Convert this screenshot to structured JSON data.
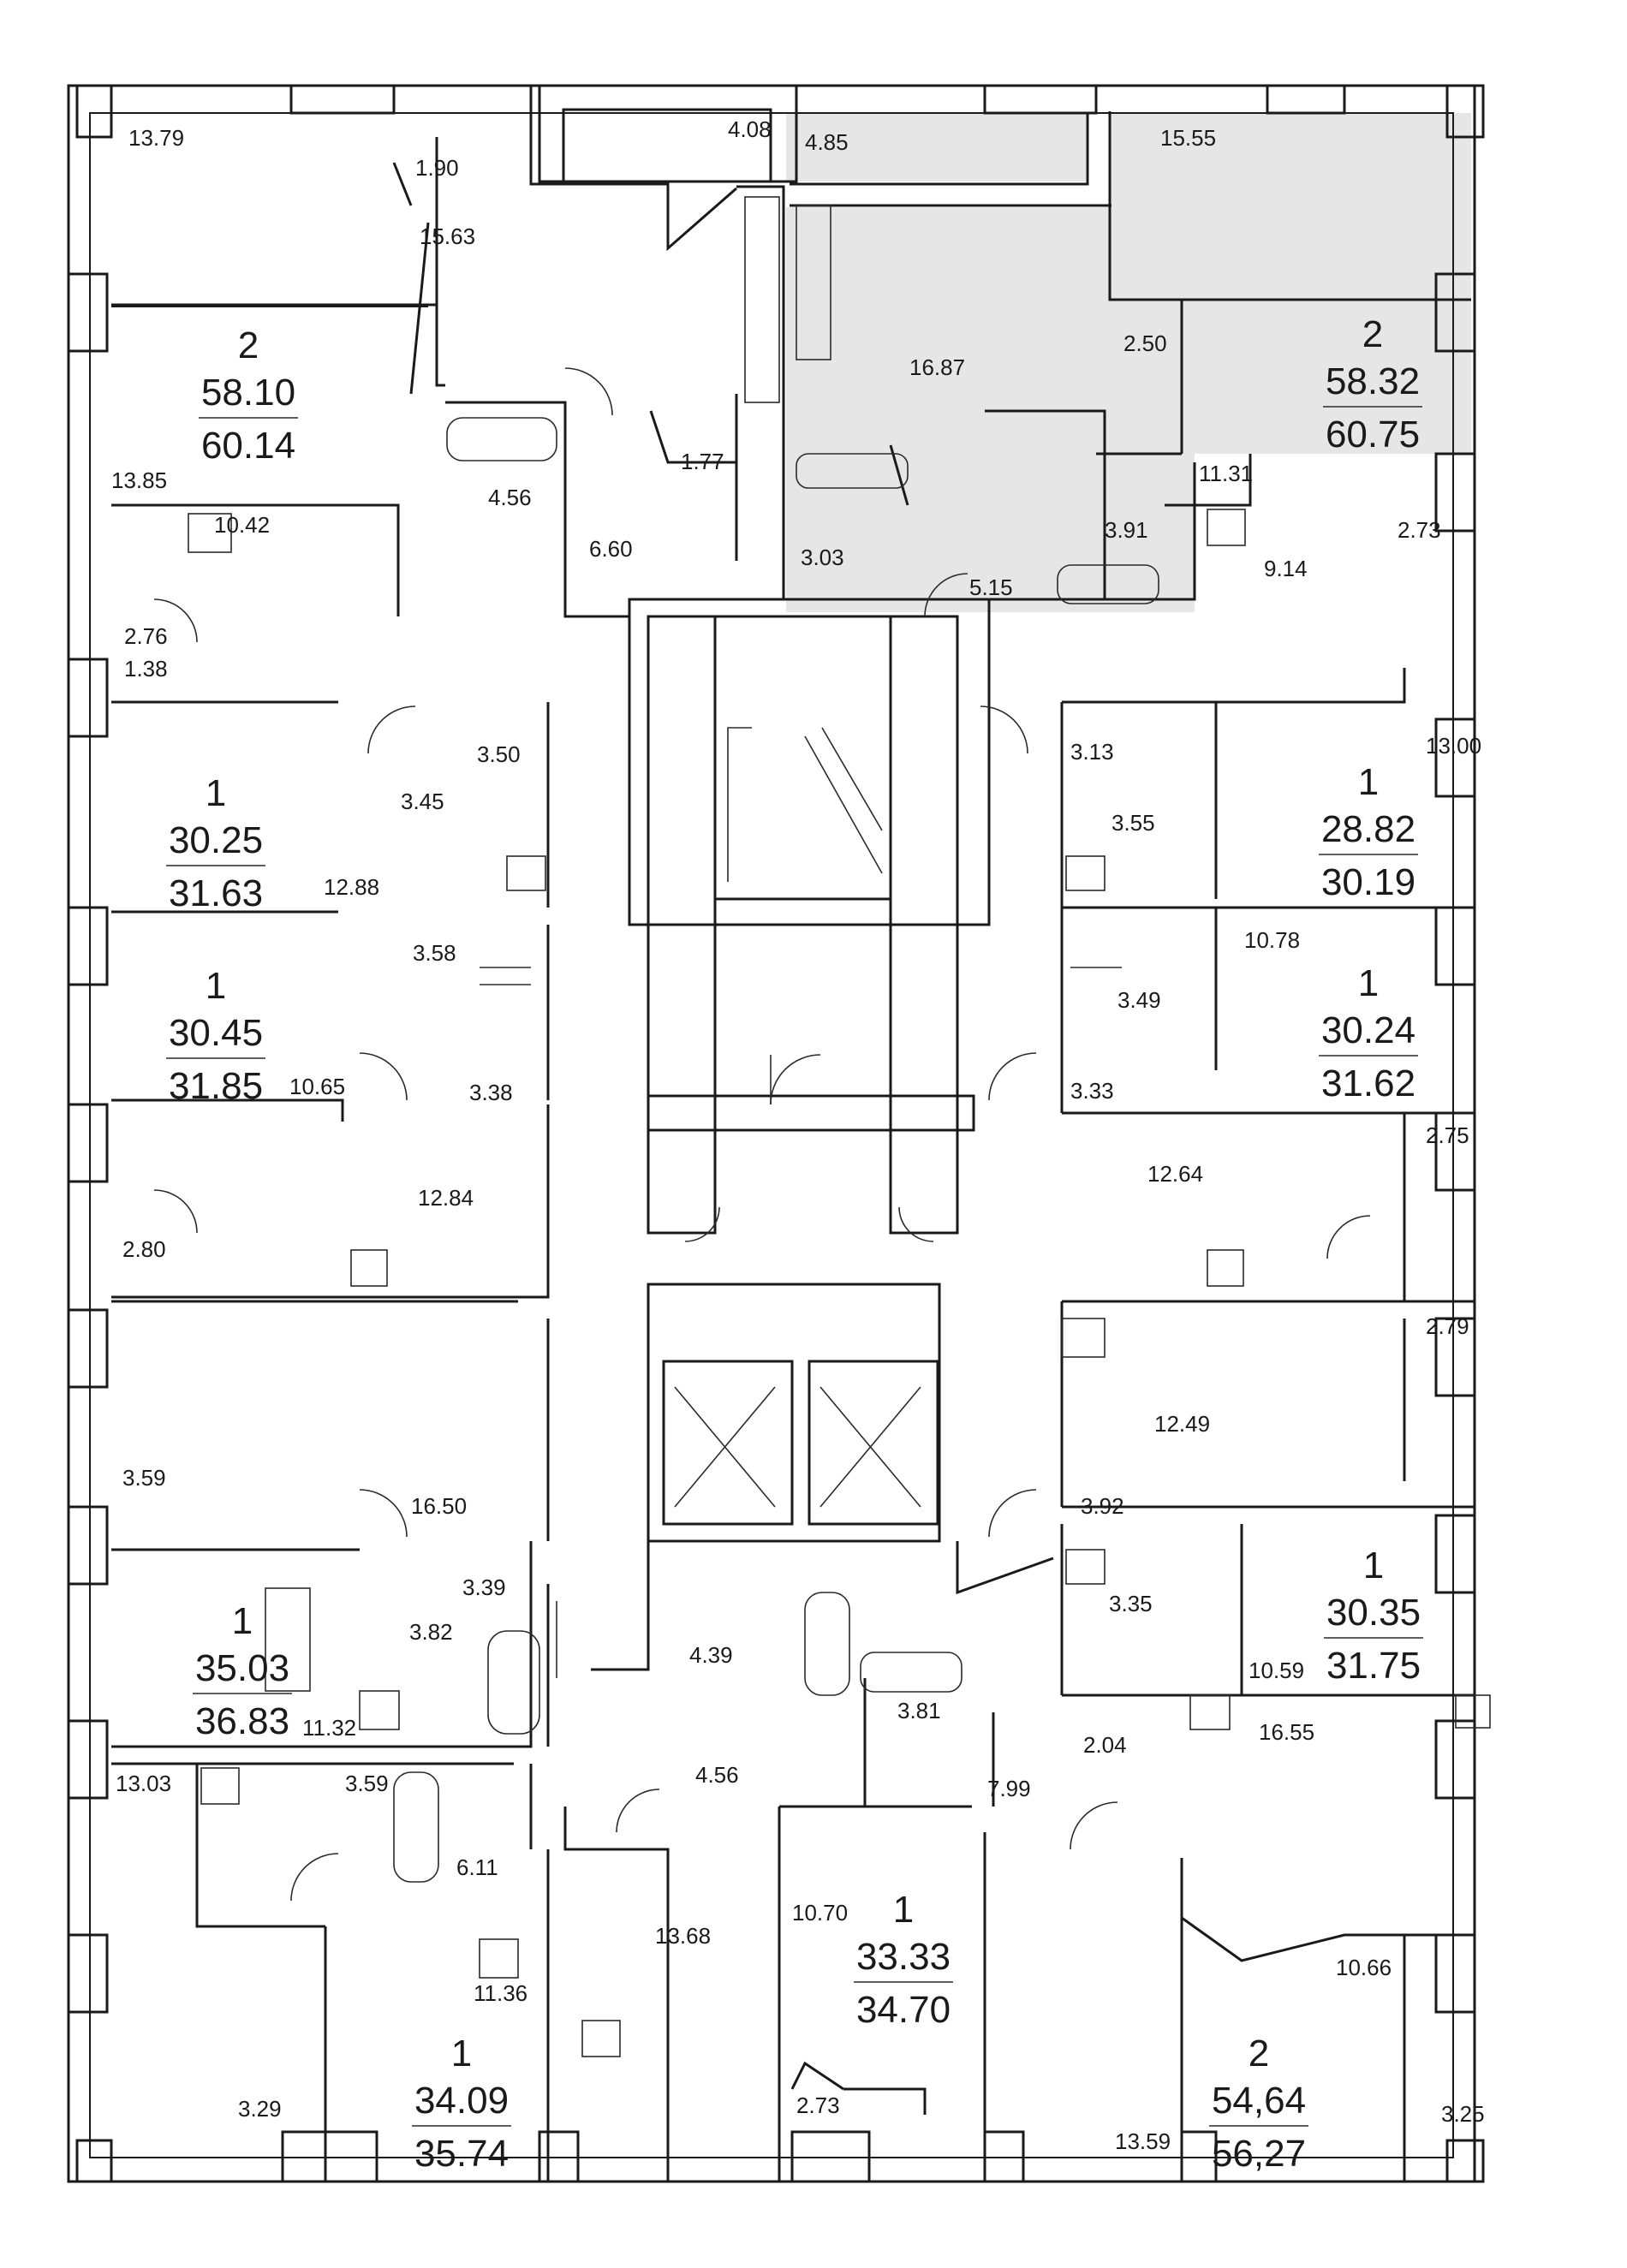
{
  "highlight_color": "#e6e6e6",
  "room_areas": [
    "13.79",
    "1.90",
    "4.08",
    "4.85",
    "15.55",
    "15.63",
    "16.87",
    "2.50",
    "13.85",
    "4.56",
    "1.77",
    "11.31",
    "6.60",
    "3.03",
    "5.15",
    "3.91",
    "10.42",
    "9.14",
    "2.73",
    "2.76",
    "1.38",
    "3.50",
    "3.13",
    "13.00",
    "3.45",
    "3.55",
    "12.88",
    "10.78",
    "3.58",
    "3.49",
    "10.65",
    "3.38",
    "3.33",
    "12.84",
    "12.64",
    "2.75",
    "2.80",
    "2.79",
    "12.49",
    "3.59",
    "16.50",
    "3.92",
    "3.39",
    "3.35",
    "3.82",
    "10.59",
    "11.32",
    "4.39",
    "3.81",
    "2.04",
    "16.55",
    "13.03",
    "3.59",
    "4.56",
    "7.99",
    "6.11",
    "13.68",
    "10.70",
    "11.36",
    "10.66",
    "3.29",
    "2.73",
    "13.59",
    "3.25"
  ],
  "apartments": [
    {
      "rooms": "2",
      "living": "58.10",
      "total": "60.14",
      "highlighted": false
    },
    {
      "rooms": "2",
      "living": "58.32",
      "total": "60.75",
      "highlighted": true
    },
    {
      "rooms": "1",
      "living": "30.25",
      "total": "31.63",
      "highlighted": false
    },
    {
      "rooms": "1",
      "living": "28.82",
      "total": "30.19",
      "highlighted": false
    },
    {
      "rooms": "1",
      "living": "30.45",
      "total": "31.85",
      "highlighted": false
    },
    {
      "rooms": "1",
      "living": "30.24",
      "total": "31.62",
      "highlighted": false
    },
    {
      "rooms": "1",
      "living": "35.03",
      "total": "36.83",
      "highlighted": false
    },
    {
      "rooms": "1",
      "living": "30.35",
      "total": "31.75",
      "highlighted": false
    },
    {
      "rooms": "1",
      "living": "33.33",
      "total": "34.70",
      "highlighted": false
    },
    {
      "rooms": "1",
      "living": "34.09",
      "total": "35.74",
      "highlighted": false
    },
    {
      "rooms": "2",
      "living": "54,64",
      "total": "56,27",
      "highlighted": false
    }
  ]
}
